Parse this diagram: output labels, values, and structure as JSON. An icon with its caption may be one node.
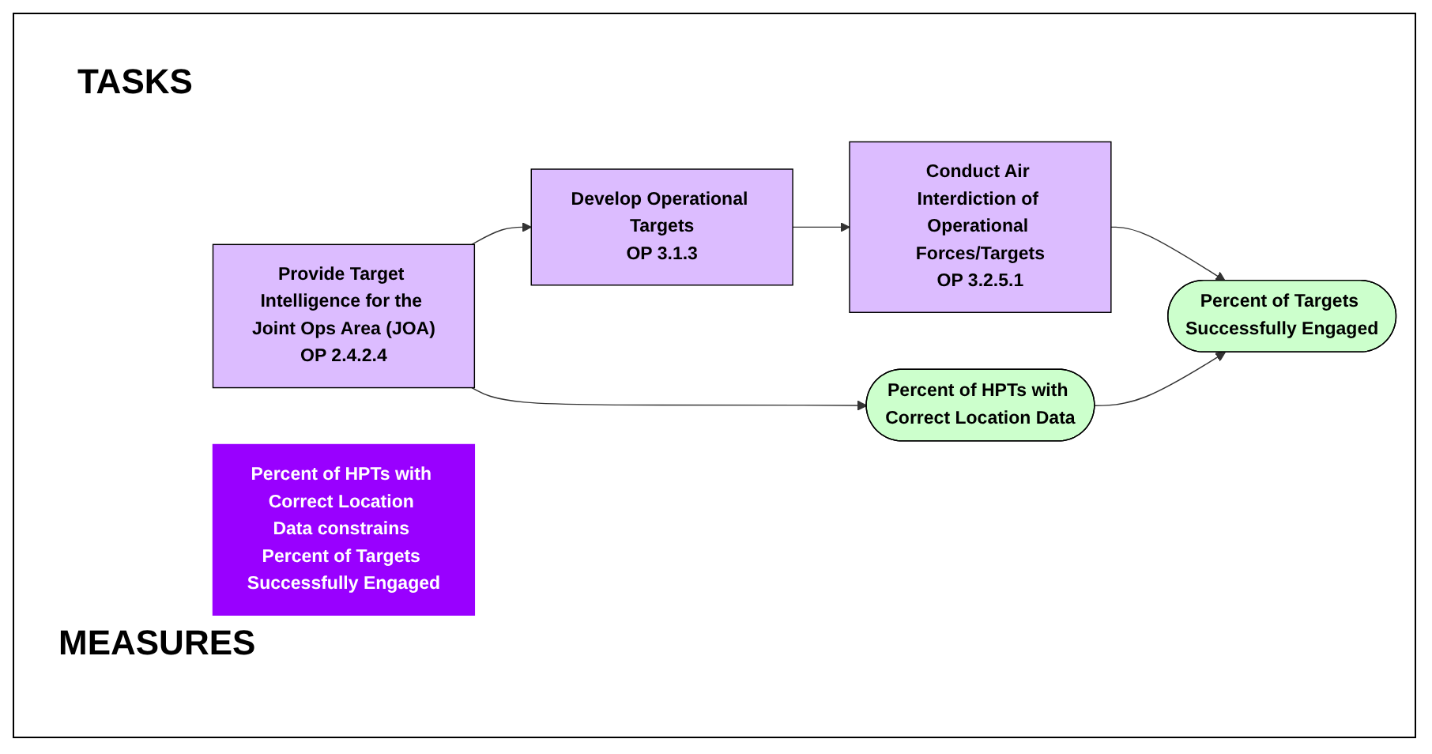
{
  "diagram": {
    "nodes": [
      {
        "text": [
          "Provide Target Intelligence for the Joint Ops Area (JOA)",
          "OP 2.4.2.4"
        ]
      },
      {
        "text": [
          "Develop Operational Targets",
          "OP 3.1.3"
        ]
      },
      {
        "text": [
          "Conduct Air Interdiction of Operational Forces/Targets",
          "OP 3.2.5.1"
        ]
      },
      {
        "text": [
          "Percent of HPTs with Correct Location Data"
        ]
      },
      {
        "text": [
          "Percent of Targets Successfully Engaged"
        ]
      },
      {
        "text": [
          "Percent of HPTs with Correct Location Data constrains Percent of Targets Successfully Engaged"
        ]
      }
    ],
    "edges": [
      {
        "from": 0,
        "to": 1,
        "arrow": "to"
      },
      {
        "from": 1,
        "to": 2,
        "arrow": "to"
      },
      {
        "from": 0,
        "to": 3,
        "arrow": "to"
      },
      {
        "from": 2,
        "to": 4,
        "arrow": "to"
      },
      {
        "from": 3,
        "to": 4,
        "arrow": "to"
      }
    ],
    "labels": [
      "TASKS",
      "MEASURES"
    ]
  }
}
